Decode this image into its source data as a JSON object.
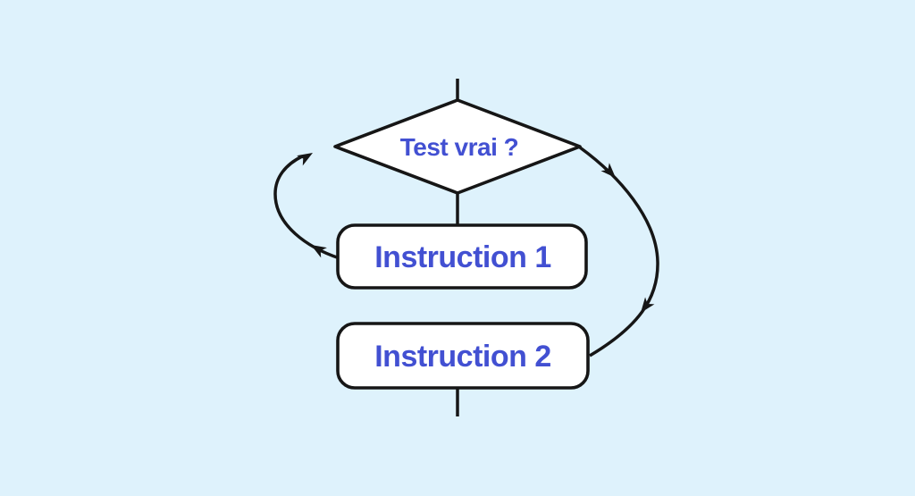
{
  "diagram": {
    "type": "flowchart",
    "background_color": "#def2fc",
    "node_fill_color": "#ffffff",
    "line_color": "#161616",
    "label_color": "#4250d2",
    "nodes": [
      {
        "id": "decision",
        "shape": "diamond",
        "label": "Test vrai ?"
      },
      {
        "id": "instruction1",
        "shape": "rounded-rectangle",
        "label": "Instruction 1"
      },
      {
        "id": "instruction2",
        "shape": "rounded-rectangle",
        "label": "Instruction 2"
      }
    ],
    "edges": [
      {
        "from": "top-entry",
        "to": "decision",
        "style": "straight-vertical",
        "arrowheads": 0
      },
      {
        "from": "decision",
        "to": "instruction1",
        "style": "straight-vertical",
        "arrowheads": 0
      },
      {
        "from": "instruction1",
        "to": "decision",
        "style": "left-loop-curve",
        "arrowheads": 2
      },
      {
        "from": "decision",
        "to": "instruction2",
        "style": "right-bypass-curve",
        "arrowheads": 2
      },
      {
        "from": "instruction2",
        "to": "bottom-exit",
        "style": "straight-vertical",
        "arrowheads": 0
      }
    ]
  }
}
